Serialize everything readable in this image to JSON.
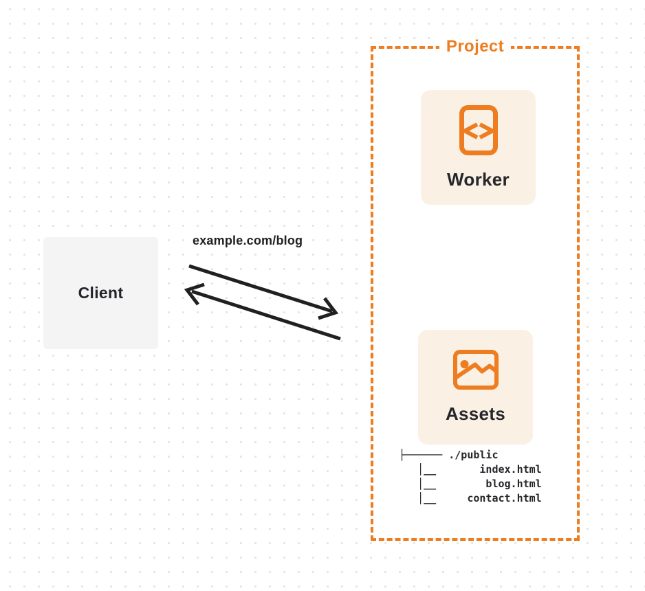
{
  "diagram": {
    "title": "client-worker-assets-routing-diagram",
    "client": {
      "label": "Client"
    },
    "request": {
      "url_label": "example.com/blog"
    },
    "arrows": [
      {
        "name": "request-arrow",
        "direction": "client-to-project",
        "head": "right"
      },
      {
        "name": "response-arrow",
        "direction": "project-to-client",
        "head": "left"
      }
    ],
    "project": {
      "label": "Project",
      "worker": {
        "label": "Worker",
        "icon": "code-document-icon"
      },
      "assets": {
        "label": "Assets",
        "icon": "image-icon",
        "file_tree": "├────── ./public\n   │__       index.html\n   │__        blog.html\n   │__     contact.html"
      }
    },
    "colors": {
      "accent_orange": "#ed7d20",
      "card_background": "#faf0e4",
      "client_background": "#f4f4f5",
      "arrow_color": "#202020",
      "text_dark": "#26262b",
      "dot_grid": "#e4e4e7"
    }
  }
}
